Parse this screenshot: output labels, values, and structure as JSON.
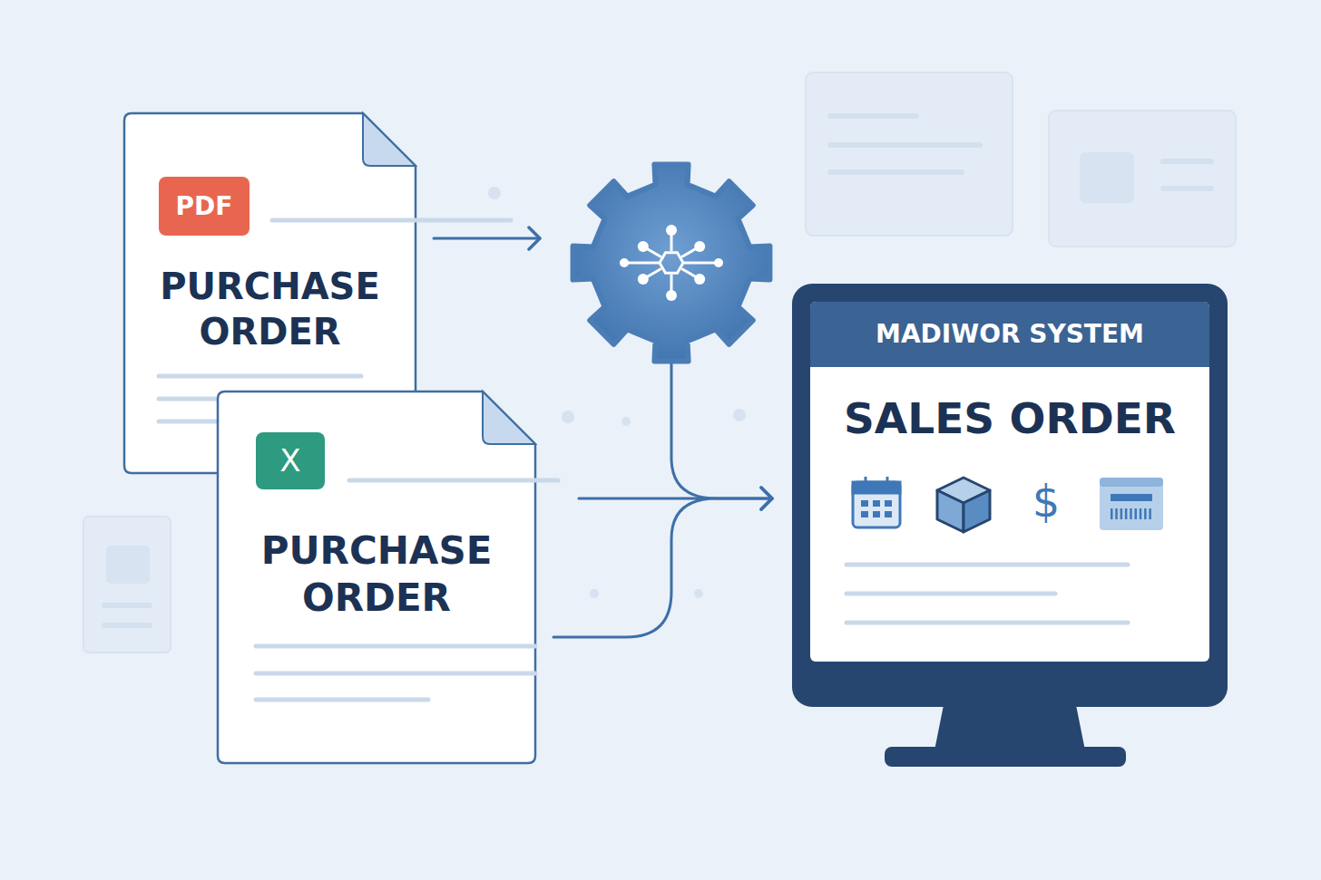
{
  "diagram": {
    "nodes": [
      {
        "text": [
          "PURCHASE ORDER"
        ]
      },
      {
        "text": [
          "PDF"
        ],
        "in": 0
      },
      {
        "text": [
          "PURCHASE ORDER"
        ]
      },
      {
        "text": [
          "X"
        ],
        "in": 2
      },
      {
        "text": []
      },
      {
        "text": [
          "MADIWOR SYSTEM",
          "SALES ORDER"
        ]
      }
    ],
    "edges": [
      {
        "from": 0,
        "to": 4,
        "arrow": "to"
      },
      {
        "from": 4,
        "to": 5,
        "arrow": "to"
      },
      {
        "from": 2,
        "to": 5,
        "arrow": "to"
      }
    ],
    "labels": [
      "$"
    ]
  }
}
